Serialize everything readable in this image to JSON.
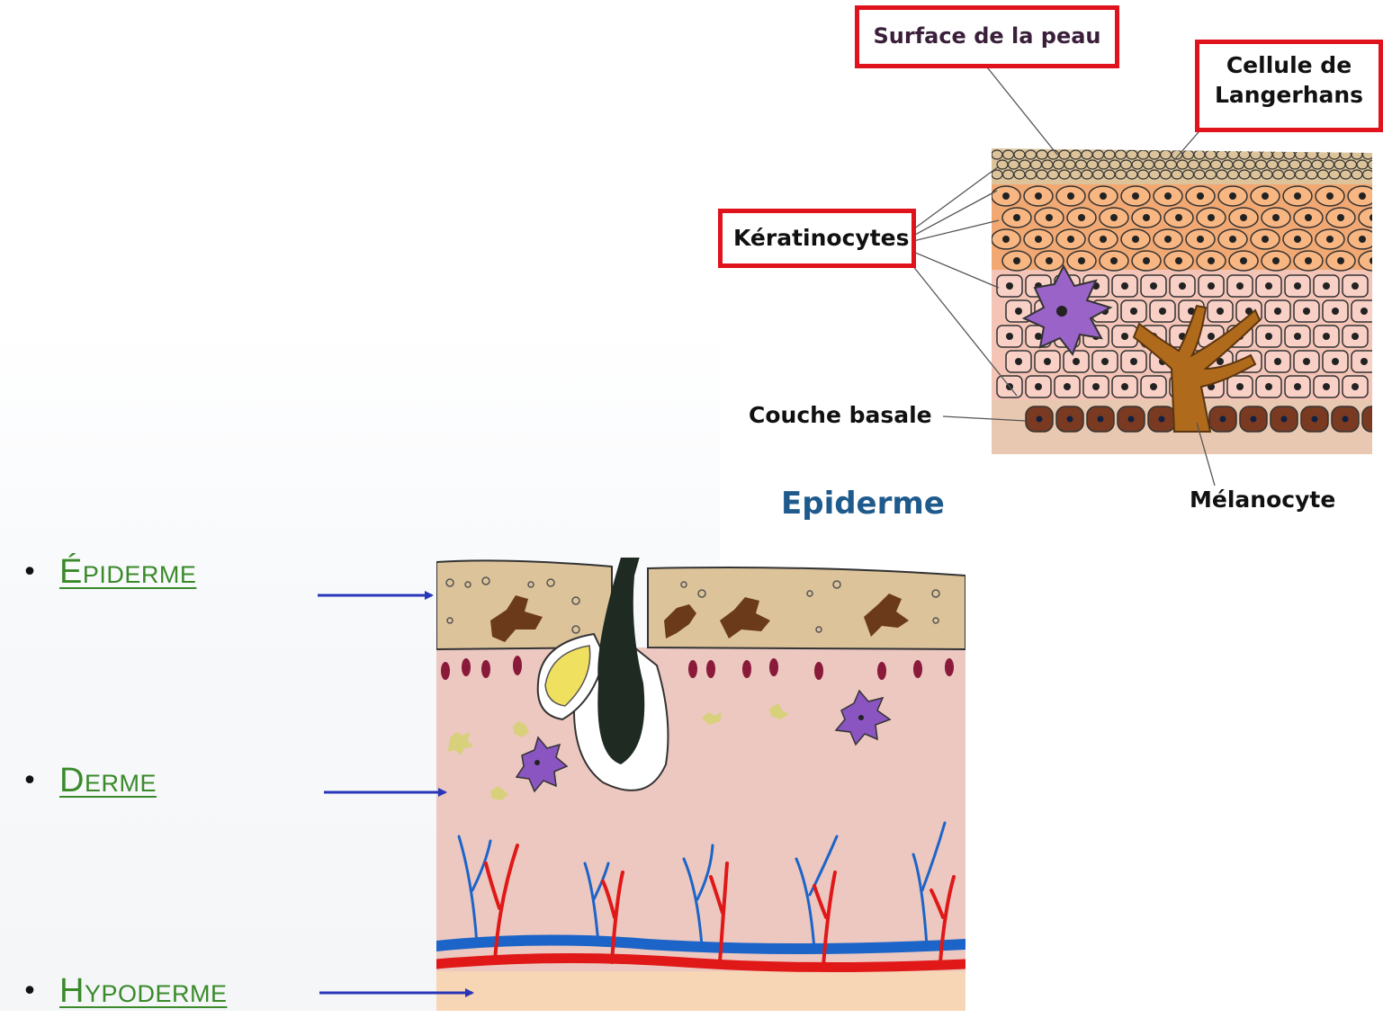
{
  "layers": {
    "epiderme": "Épiderme",
    "derme": "Derme",
    "hypoderme": "Hypoderme"
  },
  "bullet": "•",
  "epidermis_detail": {
    "title": "Epiderme",
    "labels": {
      "surface": "Surface de la peau",
      "langerhans_line1": "Cellule de",
      "langerhans_line2": "Langerhans",
      "keratinocytes": "Kératinocytes",
      "couche_basale": "Couche basale",
      "melanocyte": "Mélanocyte"
    }
  },
  "colors": {
    "link_green": "#3a8a2a",
    "arrow_blue": "#2a36b8",
    "highlight_red": "#e0121b",
    "title_blue": "#1f5a8c",
    "epidermis_tan": "#dcc39a",
    "dermis_pink": "#ecc8c0",
    "hypodermis_peach": "#f6d6b4",
    "vein_blue": "#1c64c8",
    "artery_red": "#e01818",
    "melanocyte_brown": "#b06a1c",
    "langerhans_purple": "#9a63c8"
  }
}
